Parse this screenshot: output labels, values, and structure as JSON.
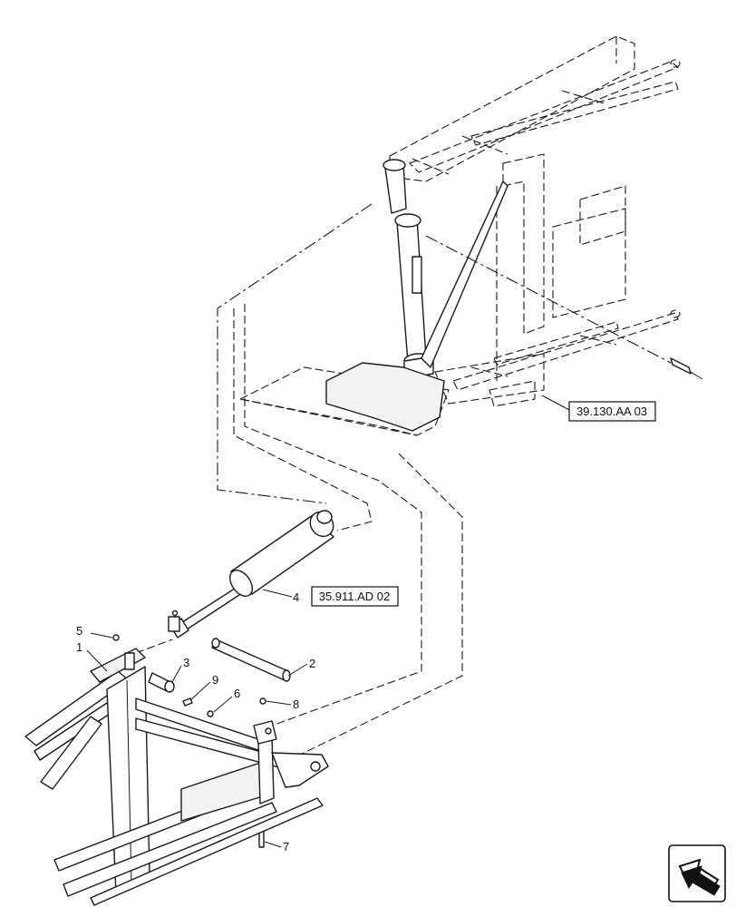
{
  "callouts": [
    {
      "id": "1",
      "label": "1"
    },
    {
      "id": "2",
      "label": "2"
    },
    {
      "id": "3",
      "label": "3"
    },
    {
      "id": "4",
      "label": "4"
    },
    {
      "id": "5",
      "label": "5"
    },
    {
      "id": "6",
      "label": "6"
    },
    {
      "id": "7",
      "label": "7"
    },
    {
      "id": "8",
      "label": "8"
    },
    {
      "id": "9",
      "label": "9"
    }
  ],
  "references": [
    {
      "id": "ref-cylinder",
      "label": "35.911.AD 02"
    },
    {
      "id": "ref-boom",
      "label": "39.130.AA 03"
    }
  ],
  "icons": {
    "nav": "arrow-navigation-icon"
  }
}
